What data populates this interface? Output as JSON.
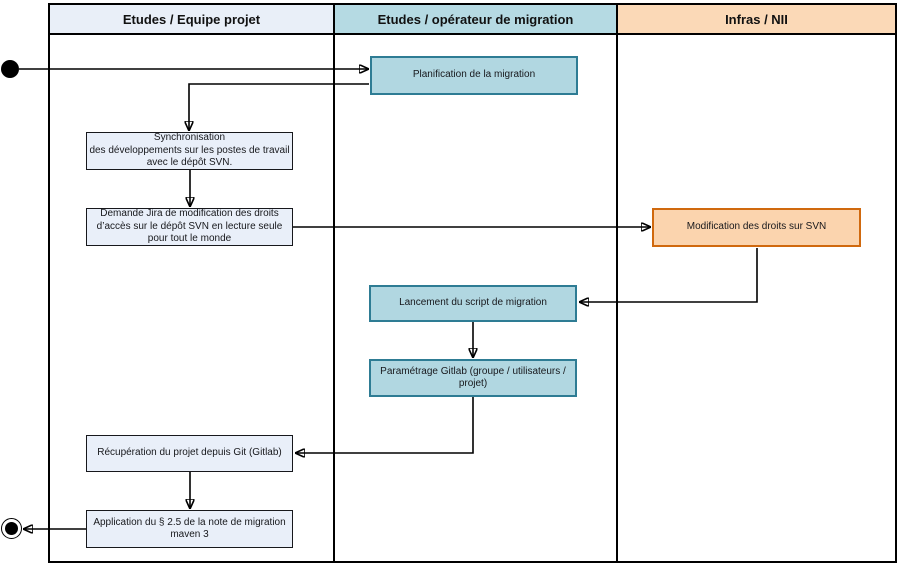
{
  "diagram": {
    "type": "swimlane-flowchart",
    "lanes": [
      {
        "label": "Etudes / Equipe projet",
        "header_color": "#E9EFF8"
      },
      {
        "label": "Etudes / opérateur de migration",
        "header_color": "#B5DAE3"
      },
      {
        "label": "Infras / NII",
        "header_color": "#FBD9B7"
      }
    ],
    "nodes": {
      "start": {
        "type": "initial-node",
        "lane": 0
      },
      "planification": {
        "label": "Planification de la migration",
        "lane": 1,
        "style": "blue"
      },
      "synchronisation": {
        "label": "Synchronisation\ndes développements sur les postes de travail\navec le dépôt SVN.",
        "lane": 0,
        "style": "light"
      },
      "demande_jira": {
        "label": "Demande Jira de modification des droits\nd’accès sur le dépôt SVN en lecture seule\npour tout le monde",
        "lane": 0,
        "style": "light"
      },
      "modification_droits": {
        "label": "Modification des droits sur SVN",
        "lane": 2,
        "style": "orange"
      },
      "lancement_script": {
        "label": "Lancement du script de migration",
        "lane": 1,
        "style": "blue"
      },
      "parametrage_gitlab": {
        "label": "Paramétrage Gitlab (groupe / utilisateurs /\nprojet)",
        "lane": 1,
        "style": "blue"
      },
      "recuperation_projet": {
        "label": "Récupération du projet depuis Git (Gitlab)",
        "lane": 0,
        "style": "light"
      },
      "application_note": {
        "label": "Application du § 2.5 de la note de migration\nmaven 3",
        "lane": 0,
        "style": "light"
      },
      "end": {
        "type": "final-node",
        "lane": 0
      }
    },
    "edges": [
      {
        "from": "start",
        "to": "planification"
      },
      {
        "from": "planification",
        "to": "synchronisation"
      },
      {
        "from": "synchronisation",
        "to": "demande_jira"
      },
      {
        "from": "demande_jira",
        "to": "modification_droits"
      },
      {
        "from": "modification_droits",
        "to": "lancement_script"
      },
      {
        "from": "lancement_script",
        "to": "parametrage_gitlab"
      },
      {
        "from": "parametrage_gitlab",
        "to": "recuperation_projet"
      },
      {
        "from": "recuperation_projet",
        "to": "application_note"
      },
      {
        "from": "application_note",
        "to": "end"
      }
    ],
    "colors": {
      "frame_line": "#000000",
      "activity_blue_fill": "#B1D7E1",
      "activity_blue_border": "#2E7C94",
      "activity_light_fill": "#E9EFF9",
      "activity_light_border": "#17181C",
      "activity_orange_fill": "#FBD4AE",
      "activity_orange_border": "#D0690E",
      "connector": "#000000"
    }
  }
}
